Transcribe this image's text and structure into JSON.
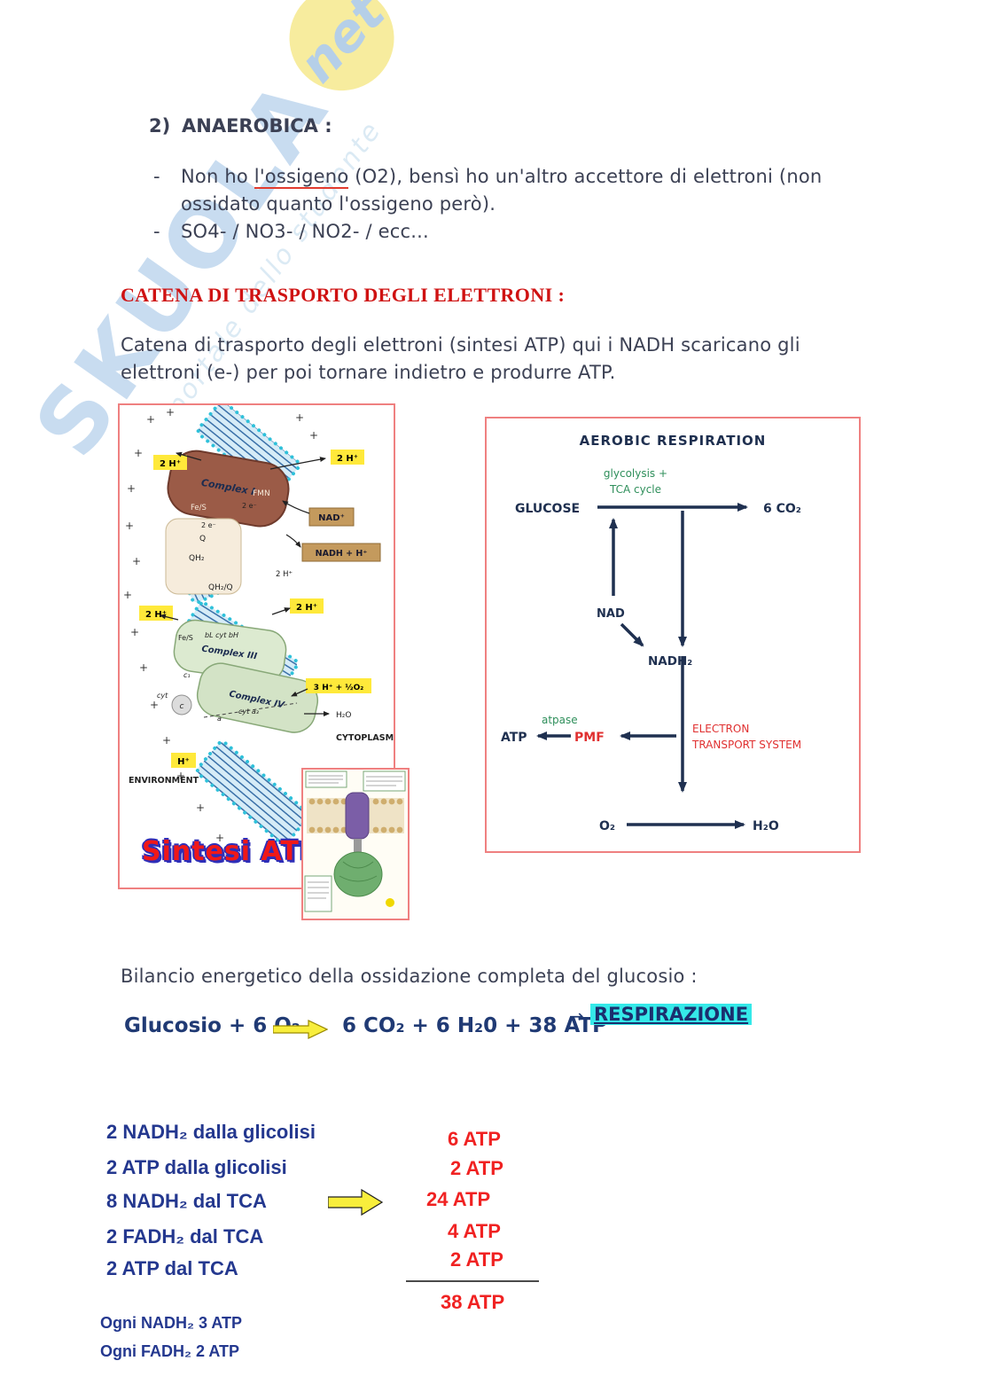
{
  "watermark": {
    "brand": "SKUOLA",
    "net": "net",
    "tagline": "il portale dello studente"
  },
  "intro": {
    "number": "2)",
    "title": "ANAEROBICA :",
    "dash": "-",
    "b1_pre": "Non ho ",
    "b1_mark": "l'ossigeno",
    "b1_rest": " (O2), bensì ho un'altro accettore di elettroni (non",
    "b1_line2": "ossidato quanto l'ossigeno però).",
    "b2": "SO4- / NO3- / NO2- / ecc..."
  },
  "etc_section": {
    "title": "CATENA DI TRASPORTO DEGLI ELETTRONI :",
    "p_line1": "Catena di trasporto degli elettroni (sintesi ATP) qui i NADH scaricano gli",
    "p_line2": "elettroni (e-) per poi tornare indietro e produrre ATP."
  },
  "etc_diagram": {
    "plus": "+",
    "h2_tl": "2 H⁺",
    "h2_tr": "2 H⁺",
    "h2_ml": "2 H⁺",
    "h2_mr": "2 H⁺",
    "h2_small": "2 H⁺",
    "o2_label": "3 H⁺ + ½O₂",
    "h_bottom": "H⁺",
    "complex1": "Complex I",
    "complex3": "Complex III",
    "complex4": "Complex IV",
    "fmn": "FMN",
    "fes": "Fe/S",
    "fes2": "Fe/S",
    "e1": "2 e⁻",
    "e2": "2 e⁻",
    "nad": "NAD⁺",
    "nadh": "NADH + H⁺",
    "q": "Q",
    "qh2": "QH₂",
    "qh2q": "QH₂/Q",
    "cyt_b": "bL cyt bH",
    "c1": "c₁",
    "c": "c",
    "cyt": "cyt",
    "cyt_a": "cyt a₃",
    "a": "a",
    "h2o": "H₂O",
    "cytoplasm": "CYTOPLASM",
    "environment": "ENVIRONMENT",
    "sintesi": "Sintesi ATP"
  },
  "aerobic": {
    "title": "AEROBIC RESPIRATION",
    "glycolysis": "glycolysis +",
    "tca": "TCA cycle",
    "glucose": "GLUCOSE",
    "co2": "6 CO₂",
    "nad": "NAD",
    "nadh2": "NADH₂",
    "atpase": "atpase",
    "atp": "ATP",
    "pmf": "PMF",
    "ets1": "ELECTRON",
    "ets2": "TRANSPORT SYSTEM",
    "o2": "O₂",
    "h2o": "H₂O"
  },
  "bilancio": {
    "title": "Bilancio energetico della ossidazione completa del glucosio :",
    "eq_left": "Glucosio + 6 O₂",
    "eq_right": "6 CO₂ + 6 H₂0 + 38 ATP",
    "arrow2": "→",
    "resp": "RESPIRAZIONE"
  },
  "balance_table": {
    "rows": [
      {
        "left": "2 NADH₂ dalla glicolisi",
        "right": "6 ATP"
      },
      {
        "left": "2 ATP  dalla glicolisi",
        "right": "2 ATP"
      },
      {
        "left": "8 NADH₂ dal  TCA",
        "right": "24 ATP"
      },
      {
        "left": "2 FADH₂ dal TCA",
        "right": "4 ATP"
      },
      {
        "left": "2 ATP  dal TCA",
        "right": "2 ATP"
      }
    ],
    "total": "38 ATP",
    "note1": "Ogni NADH₂ 3 ATP",
    "note2": "Ogni FADH₂ 2 ATP"
  }
}
